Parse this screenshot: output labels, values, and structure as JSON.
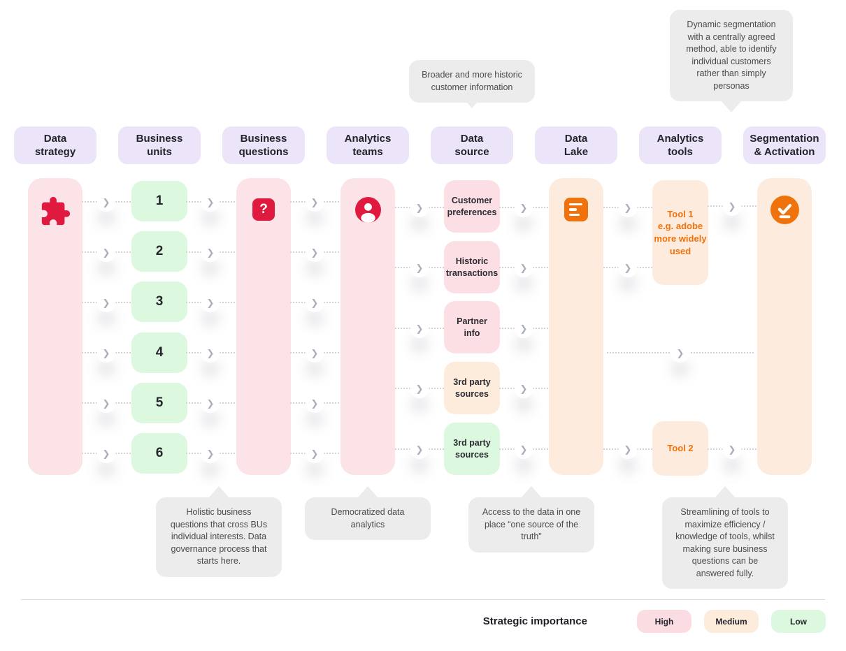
{
  "palette": {
    "accent_red": "#e01a3f",
    "accent_orange": "#f0720d",
    "lavender_header": "#ece4f8",
    "high_pink": "#fbdce2",
    "medium_peach": "#fdebdc",
    "low_green": "#dcf8de",
    "callout_gray": "#ececec"
  },
  "callouts": {
    "data_source_top": {
      "text": "Broader and more historic\ncustomer information"
    },
    "segmentation_top": {
      "text": "Dynamic segmentation\nwith a centrally agreed\nmethod, able to identify\nindividual customers\nrather than simply\npersonas"
    },
    "business_questions_bottom": {
      "text": "Holistic business\nquestions that cross BUs\nindividual interests. Data\ngovernance process that\nstarts here."
    },
    "analytics_teams_bottom": {
      "text": "Democratized data\nanalytics"
    },
    "data_lake_bottom": {
      "text": "Access to the data in one\nplace “one source of the\ntruth\""
    },
    "analytics_tools_bottom": {
      "text": "Streamlining of tools to\nmaximize efficiency /\nknowledge of tools, whilst\nmaking sure business\nquestions can be\nanswered fully."
    }
  },
  "columns": {
    "data_strategy": {
      "header": "Data\nstrategy",
      "icon": "puzzle-icon",
      "importance": "High"
    },
    "business_units": {
      "header": "Business\nunits",
      "importance": "Low",
      "items": [
        "1",
        "2",
        "3",
        "4",
        "5",
        "6"
      ]
    },
    "business_questions": {
      "header": "Business\nquestions",
      "icon": "question-mark-icon",
      "icon_glyph": "?",
      "importance": "High"
    },
    "analytics_teams": {
      "header": "Analytics\nteams",
      "icon": "person-icon",
      "importance": "High"
    },
    "data_source": {
      "header": "Data\nsource",
      "items": [
        {
          "label": "Customer\npreferences",
          "importance": "High"
        },
        {
          "label": "Historic\ntransactions",
          "importance": "High"
        },
        {
          "label": "Partner\ninfo",
          "importance": "High"
        },
        {
          "label": "3rd party\nsources",
          "importance": "Medium"
        },
        {
          "label": "3rd party\nsources",
          "importance": "Low"
        }
      ]
    },
    "data_lake": {
      "header": "Data\nLake",
      "icon": "document-lines-icon",
      "importance": "Medium"
    },
    "analytics_tools": {
      "header": "Analytics\ntools",
      "importance": "Medium",
      "items": [
        {
          "label": "Tool 1\ne.g. adobe\nmore widely\nused"
        },
        {
          "label": "Tool 2"
        }
      ]
    },
    "segmentation_activation": {
      "header": "Segmentation\n& Activation",
      "icon": "check-icon",
      "importance": "Medium"
    }
  },
  "legend": {
    "title": "Strategic importance",
    "items": [
      {
        "label": "High",
        "color": "#fbdce2"
      },
      {
        "label": "Medium",
        "color": "#fdebdc"
      },
      {
        "label": "Low",
        "color": "#dcf8de"
      }
    ]
  }
}
